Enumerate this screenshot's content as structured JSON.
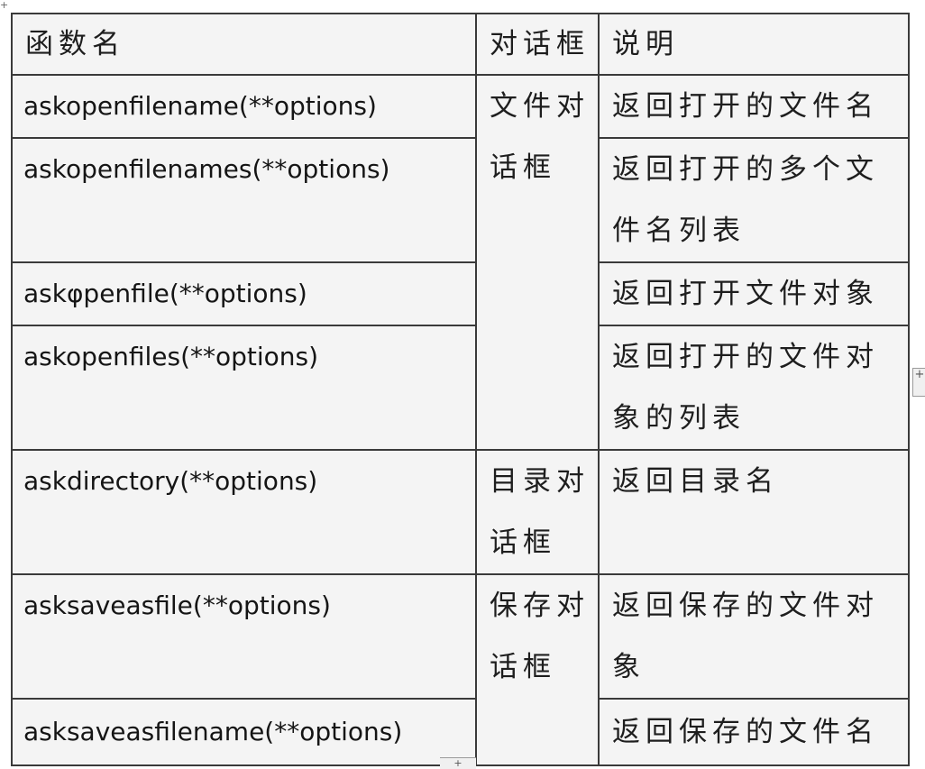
{
  "table": {
    "headers": [
      "函数名",
      "对话框",
      "说明"
    ],
    "rows": [
      {
        "func": "askopenfilename(**options)",
        "desc": "返回打开的文件名"
      },
      {
        "func": "askopenfilenames(**options)",
        "desc": "返回打开的多个文件名列表"
      },
      {
        "func": "askφpenfile(**options)",
        "desc": "返回打开文件对象"
      },
      {
        "func": "askopenfiles(**options)",
        "desc": "返回打开的文件对象的列表"
      },
      {
        "func": "askdirectory(**options)",
        "desc": "返回目录名"
      },
      {
        "func": "asksaveasfile(**options)",
        "desc": "返回保存的文件对象"
      },
      {
        "func": "asksaveasfilename(**options)",
        "desc": "返回保存的文件名"
      }
    ],
    "groups": [
      {
        "label": "文件对话框"
      },
      {
        "label": "目录对话框"
      },
      {
        "label": "保存对话框"
      }
    ]
  },
  "markers": {
    "plus": "+",
    "corner": "+",
    "bottom": "+"
  }
}
